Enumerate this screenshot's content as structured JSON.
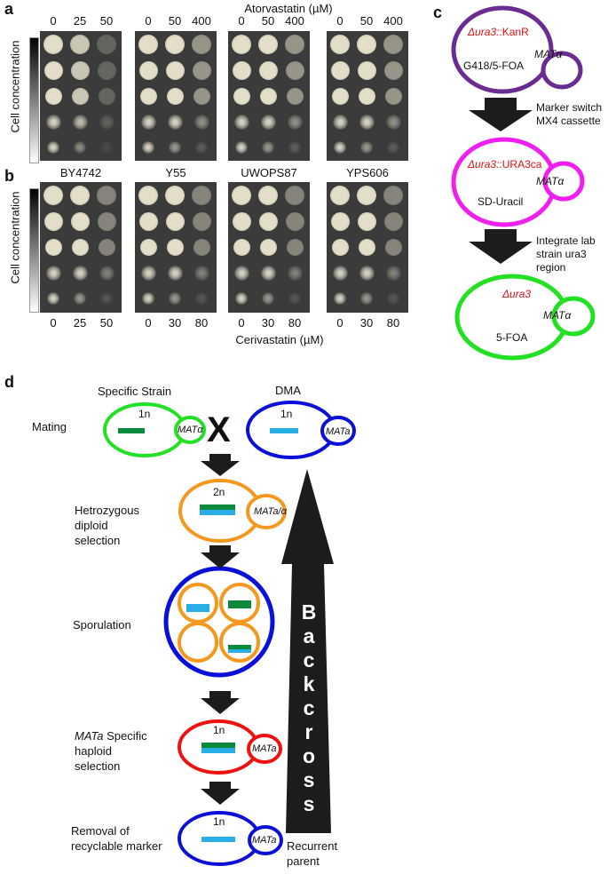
{
  "panel_a": {
    "label": "a",
    "title": "Atorvastatin (µM)",
    "y_label": "Cell concentration",
    "concentrations": [
      [
        "0",
        "25",
        "50"
      ],
      [
        "0",
        "50",
        "400"
      ],
      [
        "0",
        "50",
        "400"
      ],
      [
        "0",
        "50",
        "400"
      ]
    ]
  },
  "panel_b": {
    "label": "b",
    "strains": [
      "BY4742",
      "Y55",
      "UWOPS87",
      "YPS606"
    ],
    "y_label": "Cell concentration",
    "concentrations": [
      [
        "0",
        "25",
        "50"
      ],
      [
        "0",
        "30",
        "80"
      ],
      [
        "0",
        "30",
        "80"
      ],
      [
        "0",
        "30",
        "80"
      ]
    ],
    "x_label": "Cerivastatin (µM)"
  },
  "panel_c": {
    "label": "c",
    "cell1": {
      "gene": "Δura3:",
      "marker": ":KanR",
      "mating": "MATα",
      "medium": "G418/5-FOA"
    },
    "arrow1": "Marker switch\nMX4 cassette",
    "cell2": {
      "gene": "Δura3:",
      "marker": ":URA3ca",
      "mating": "MATα",
      "medium": "SD-Uracil"
    },
    "arrow2": "Integrate lab\nstrain ura3\nregion",
    "cell3": {
      "gene": "Δura3",
      "mating": "MATα",
      "medium": "5-FOA"
    }
  },
  "panel_d": {
    "label": "d",
    "specific_strain": "Specific Strain",
    "dma": "DMA",
    "cross": "X",
    "steps": {
      "mating": "Mating",
      "diploid": "Hetrozygous\ndiploid\nselection",
      "sporulation": "Sporulation",
      "haploid_a": "MATa",
      "haploid_b": " Specific\nhaploid\nselection",
      "removal": "Removal of\nrecyclable marker"
    },
    "ploidy": {
      "haploid": "1n",
      "diploid": "2n"
    },
    "mating_types": {
      "alpha": "MATα",
      "a": "MATa",
      "a_alpha": "MATa/α"
    },
    "backcross": "Backcross",
    "recurrent_parent": "Recurrent\nparent"
  },
  "colors": {
    "purple": "#6a2c91",
    "magenta": "#f01ff0",
    "green": "#22e022",
    "blue": "#0a10d8",
    "orange": "#f5981f",
    "red": "#ef1010",
    "dark_green": "#0a8a3a",
    "light_blue": "#2aaee6"
  }
}
